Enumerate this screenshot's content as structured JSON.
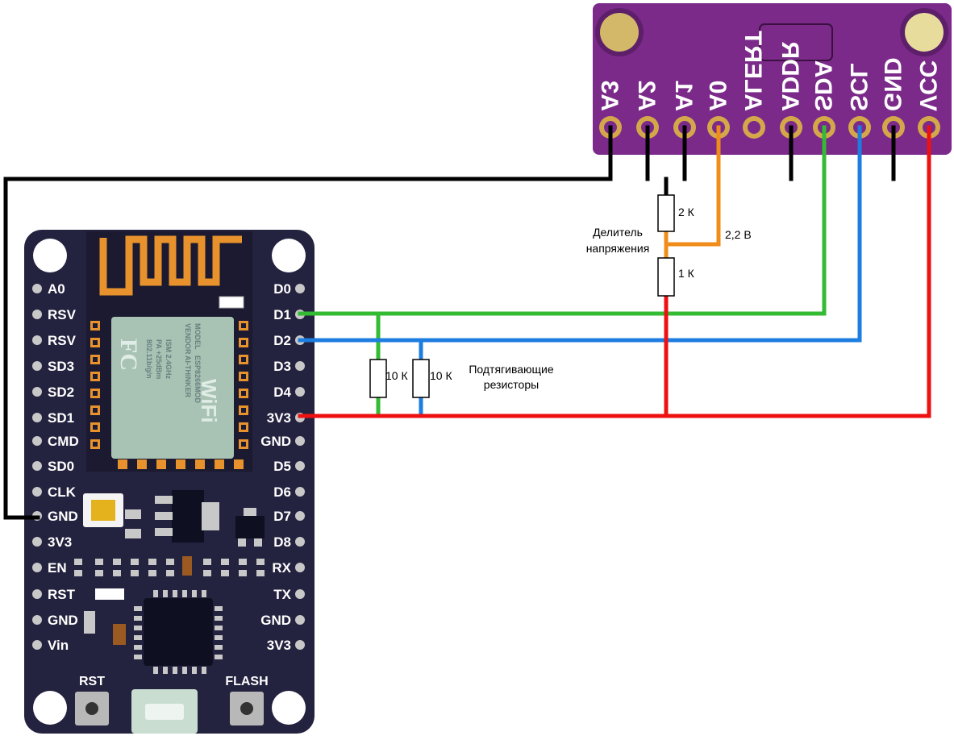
{
  "nodemcu": {
    "left_pins": [
      "A0",
      "RSV",
      "RSV",
      "SD3",
      "SD2",
      "SD1",
      "CMD",
      "SD0",
      "CLK",
      "GND",
      "3V3",
      "EN",
      "RST",
      "GND",
      "Vin"
    ],
    "right_pins": [
      "D0",
      "D1",
      "D2",
      "D3",
      "D4",
      "3V3",
      "GND",
      "D5",
      "D6",
      "D7",
      "D8",
      "RX",
      "TX",
      "GND",
      "3V3"
    ],
    "buttons": {
      "rst": "RST",
      "flash": "FLASH"
    },
    "chip": {
      "model_label": "MODEL",
      "model_value": "ESP8266MOD",
      "vendor_label": "VENDOR",
      "vendor_value": "AI-THINKER",
      "band": "ISM 2.4GHz",
      "power": "PA +25dBm",
      "standard": "802.11b/g/n",
      "fc_mark": "FC",
      "wifi_mark": "WiFi"
    },
    "colors": {
      "board": "#23223f",
      "pin": "#c8c8c8",
      "antenna": "#e8922d",
      "chip_shield": "#a8c3b4"
    }
  },
  "ads_module": {
    "pins": [
      "A3",
      "A2",
      "A1",
      "A0",
      "ALERT",
      "ADDR",
      "SDA",
      "SCL",
      "GND",
      "VCC"
    ],
    "colors": {
      "board": "#7b2a8a",
      "pad": "#d4a84a"
    }
  },
  "annotations": {
    "divider_label_line1": "Делитель",
    "divider_label_line2": "напряжения",
    "divider_voltage": "2,2 В",
    "resistor_top": "2 К",
    "resistor_bottom": "1 К",
    "pullup_left": "10 К",
    "pullup_right": "10 К",
    "pullup_label_line1": "Подтягивающие",
    "pullup_label_line2": "резисторы"
  },
  "wire_colors": {
    "ground": "#000000",
    "sda": "#33bb33",
    "scl": "#1e7de0",
    "power": "#ee1111",
    "signal": "#f08c1a"
  }
}
